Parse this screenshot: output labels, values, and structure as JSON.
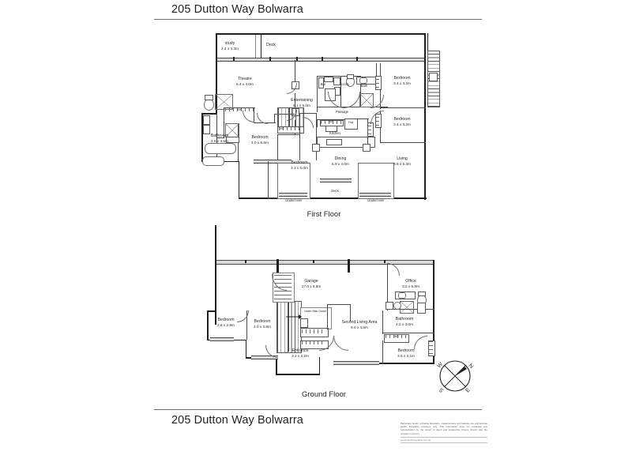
{
  "header": {
    "title": "205 Dutton Way Bolwarra"
  },
  "footer": {
    "title": "205 Dutton Way Bolwarra",
    "disclaimer": "Particulars herein, including floorplans, measurements and features are approximate and/or illustrative purposes only. This information does not constitute any representation by the owner or agent and prospective buyers should view the property in person.",
    "url": "goodmanphotography.com.au"
  },
  "floors": [
    {
      "id": "first",
      "label": "First Floor"
    },
    {
      "id": "ground",
      "label": "Ground Floor"
    }
  ],
  "first_floor": {
    "rooms": [
      {
        "name": "study",
        "dims": "2.4 x 3.3m"
      },
      {
        "name": "Deck",
        "dims": ""
      },
      {
        "name": "Theatre",
        "dims": "6.4 x 4.0m"
      },
      {
        "name": "Entertaining",
        "dims": "5.1 x 6.0m"
      },
      {
        "name": "Bedroom",
        "dims": "3.4 x 3.2m"
      },
      {
        "name": "Bedroom",
        "dims": "3.4 x 3.2m"
      },
      {
        "name": "Passage",
        "dims": ""
      },
      {
        "name": "Kitchen",
        "dims": ""
      },
      {
        "name": "Dining",
        "dims": "6.9 x 4.0m"
      },
      {
        "name": "Living",
        "dims": "3.6 x 5.3m"
      },
      {
        "name": "Bathroom",
        "dims": "2.6 x 3.5m"
      },
      {
        "name": "Bedroom",
        "dims": "4.0 x 5.5m"
      },
      {
        "name": "Bedroom",
        "dims": "3.3 x 5.0m"
      }
    ],
    "labels": {
      "study": "study",
      "study_dims": "2.4 x 3.3m",
      "deck_top": "Deck",
      "theatre": "Theatre",
      "theatre_dims": "6.4 x 4.0m",
      "entertaining": "Entertaining",
      "entertaining_dims": "5.1 x 6.0m",
      "bar": "Bar",
      "lndry": "Lndry",
      "bath": "Bath",
      "bed1": "Bedroom",
      "bed1_dims": "3.4 x 3.2m",
      "bed2": "Bedroom",
      "bed2_dims": "3.4 x 3.2m",
      "passage": "Passage",
      "bir_kitchen": "BIR",
      "fridge": "Fdg",
      "kitchen": "Kitchen",
      "dining": "Dining",
      "dining_dims": "6.9 x 4.0m",
      "living": "Living",
      "living_dims": "3.6 x 5.3m",
      "wir": "WIR",
      "bathroom": "Bathroom",
      "bathroom_dims": "2.6 x 3.5m",
      "bed3": "Bedroom",
      "bed3_dims": "4.0 x 5.5m",
      "bir_bed": "BIR",
      "bed4": "Bedroom",
      "bed4_dims": "3.3 x 5.0m",
      "deck_bottom": "Deck",
      "undercover_left": "Undercover",
      "undercover_right": "Undercover"
    }
  },
  "ground_floor": {
    "rooms": [
      {
        "name": "Garage",
        "dims": "17.0 x 5.8m"
      },
      {
        "name": "Office",
        "dims": "3.2 x 5.8m"
      },
      {
        "name": "Bedroom",
        "dims": "2.6 x 2.9m"
      },
      {
        "name": "Bedroom",
        "dims": "4.0 x 3.8m"
      },
      {
        "name": "Second Living Area",
        "dims": "9.0 x 4.8m"
      },
      {
        "name": "Bathroom",
        "dims": "4.2 x 3.0m"
      },
      {
        "name": "Entrance",
        "dims": "3.2 x 2.2m"
      },
      {
        "name": "Bedroom",
        "dims": "3.6 x 3.1m"
      }
    ],
    "labels": {
      "garage": "Garage",
      "garage_dims": "17.0 x 5.8m",
      "office": "Office",
      "office_dims": "3.2 x 5.8m",
      "bed1": "Bedroom",
      "bed1_dims": "2.6 x 2.9m",
      "bed2": "Bedroom",
      "bed2_dims": "4.0 x 3.8m",
      "understair": "Under Stair Closet",
      "living2": "Second Living Area",
      "living2_dims": "9.0 x 4.8m",
      "bathroom": "Bathroom",
      "bathroom_dims": "4.2 x 3.0m",
      "bir1": "BIR",
      "bir2": "BIR",
      "entrance": "Entrance",
      "entrance_dims": "3.2 x 2.2m",
      "bed3": "Bedroom",
      "bed3_dims": "3.6 x 3.1m"
    }
  },
  "compass": {
    "n": "N",
    "e": "E",
    "s": "S",
    "w": "W"
  },
  "colors": {
    "wall": "#231f20",
    "thin": "#6d6e71",
    "glass": "#d9d9d9",
    "text": "#231f20"
  }
}
